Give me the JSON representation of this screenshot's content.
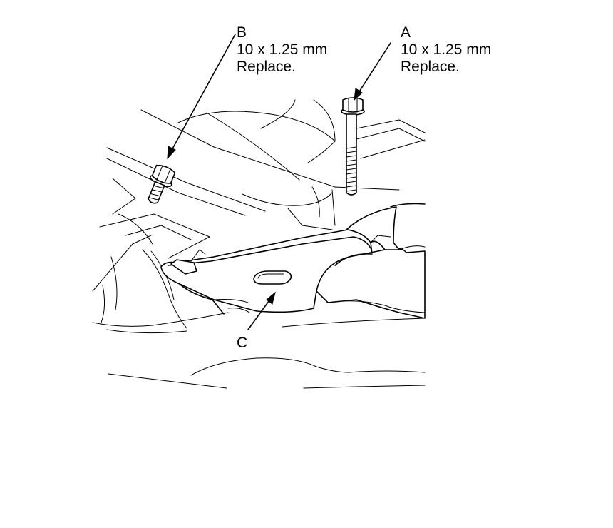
{
  "callouts": {
    "b": {
      "letter": "B",
      "size": "10 x 1.25 mm",
      "note": "Replace."
    },
    "a": {
      "letter": "A",
      "size": "10 x 1.25 mm",
      "note": "Replace."
    },
    "c": {
      "letter": "C"
    }
  },
  "colors": {
    "line": "#000000",
    "background": "#ffffff"
  },
  "icons": {
    "bolt_a": "flange-bolt-long-icon",
    "bolt_b": "flange-bolt-short-icon",
    "bracket_c": "mount-bracket-icon"
  }
}
